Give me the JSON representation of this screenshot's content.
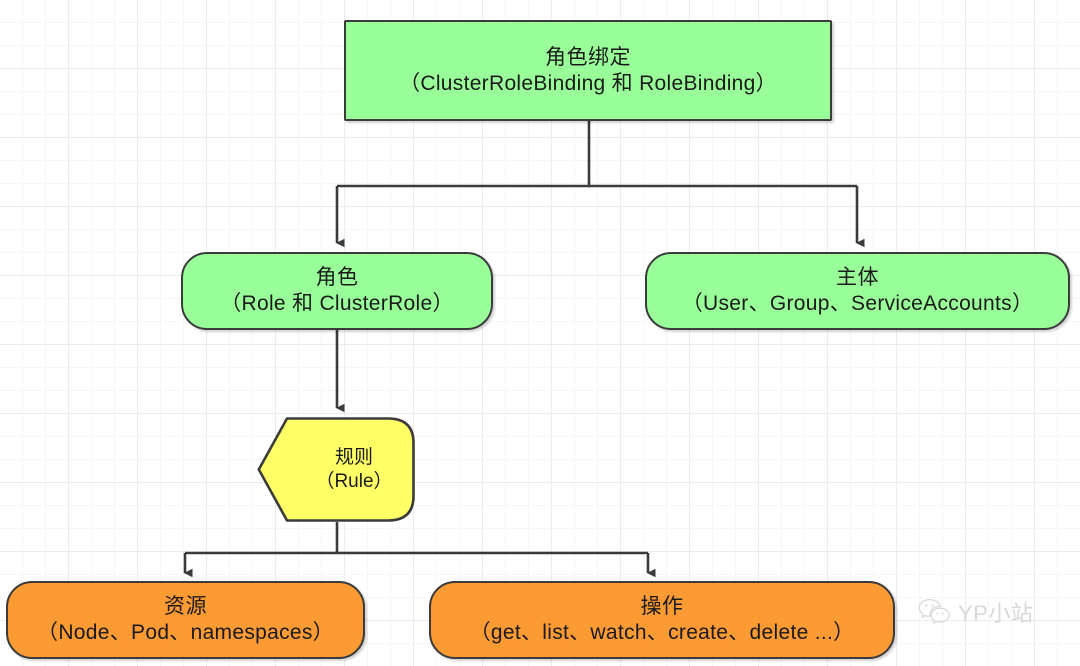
{
  "diagram": {
    "type": "flowchart",
    "background": "grid-paper",
    "colors": {
      "green": "#99ff99",
      "orange": "#fc9a33",
      "yellow": "#ffff66",
      "stroke": "#3b3b3b",
      "grid_minor": "#f6f6f6",
      "grid_major": "#ececec"
    },
    "nodes": {
      "role_binding": {
        "line1": "角色绑定",
        "line2": "（ClusterRoleBinding 和 RoleBinding）",
        "shape": "rectangle",
        "color": "#99ff99"
      },
      "role": {
        "line1": "角色",
        "line2": "（Role 和 ClusterRole）",
        "shape": "rounded-rectangle",
        "color": "#99ff99"
      },
      "subject": {
        "line1": "主体",
        "line2": "（User、Group、ServiceAccounts）",
        "shape": "rounded-rectangle",
        "color": "#99ff99"
      },
      "rule": {
        "line1": "规则",
        "line2": "（Rule）",
        "shape": "pentagon-arrow",
        "color": "#ffff66"
      },
      "resource": {
        "line1": "资源",
        "line2": "（Node、Pod、namespaces）",
        "shape": "rounded-rectangle",
        "color": "#fc9a33"
      },
      "operation": {
        "line1": "操作",
        "line2": "（get、list、watch、create、delete ...）",
        "shape": "rounded-rectangle",
        "color": "#fc9a33"
      }
    },
    "edges": [
      {
        "from": "role_binding",
        "to": "role"
      },
      {
        "from": "role_binding",
        "to": "subject"
      },
      {
        "from": "role",
        "to": "rule"
      },
      {
        "from": "rule",
        "to": "resource"
      },
      {
        "from": "rule",
        "to": "operation"
      }
    ]
  },
  "watermark": {
    "icon": "wechat-icon",
    "text": "YP小站"
  }
}
